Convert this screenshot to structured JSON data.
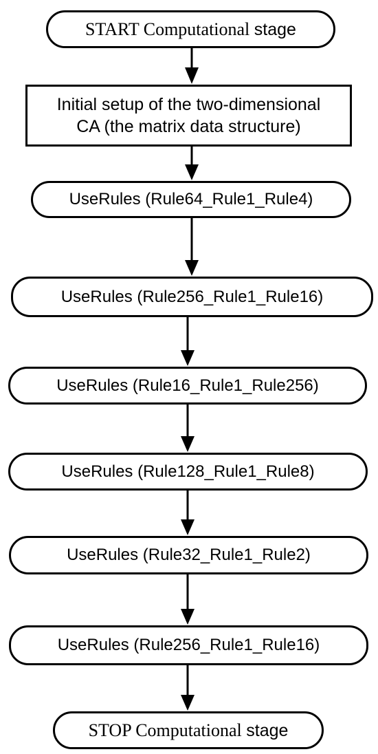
{
  "flowchart": {
    "start": {
      "pre": "START Computational",
      "post": "stage"
    },
    "setup": {
      "line1": "Initial setup of the two-dimensional",
      "line2": "CA (the matrix data structure)"
    },
    "steps": [
      "UseRules (Rule64_Rule1_Rule4)",
      "UseRules (Rule256_Rule1_Rule16)",
      "UseRules (Rule16_Rule1_Rule256)",
      "UseRules (Rule128_Rule1_Rule8)",
      "UseRules (Rule32_Rule1_Rule2)",
      "UseRules (Rule256_Rule1_Rule16)"
    ],
    "stop": {
      "pre": "STOP Computational",
      "post": "stage"
    }
  }
}
